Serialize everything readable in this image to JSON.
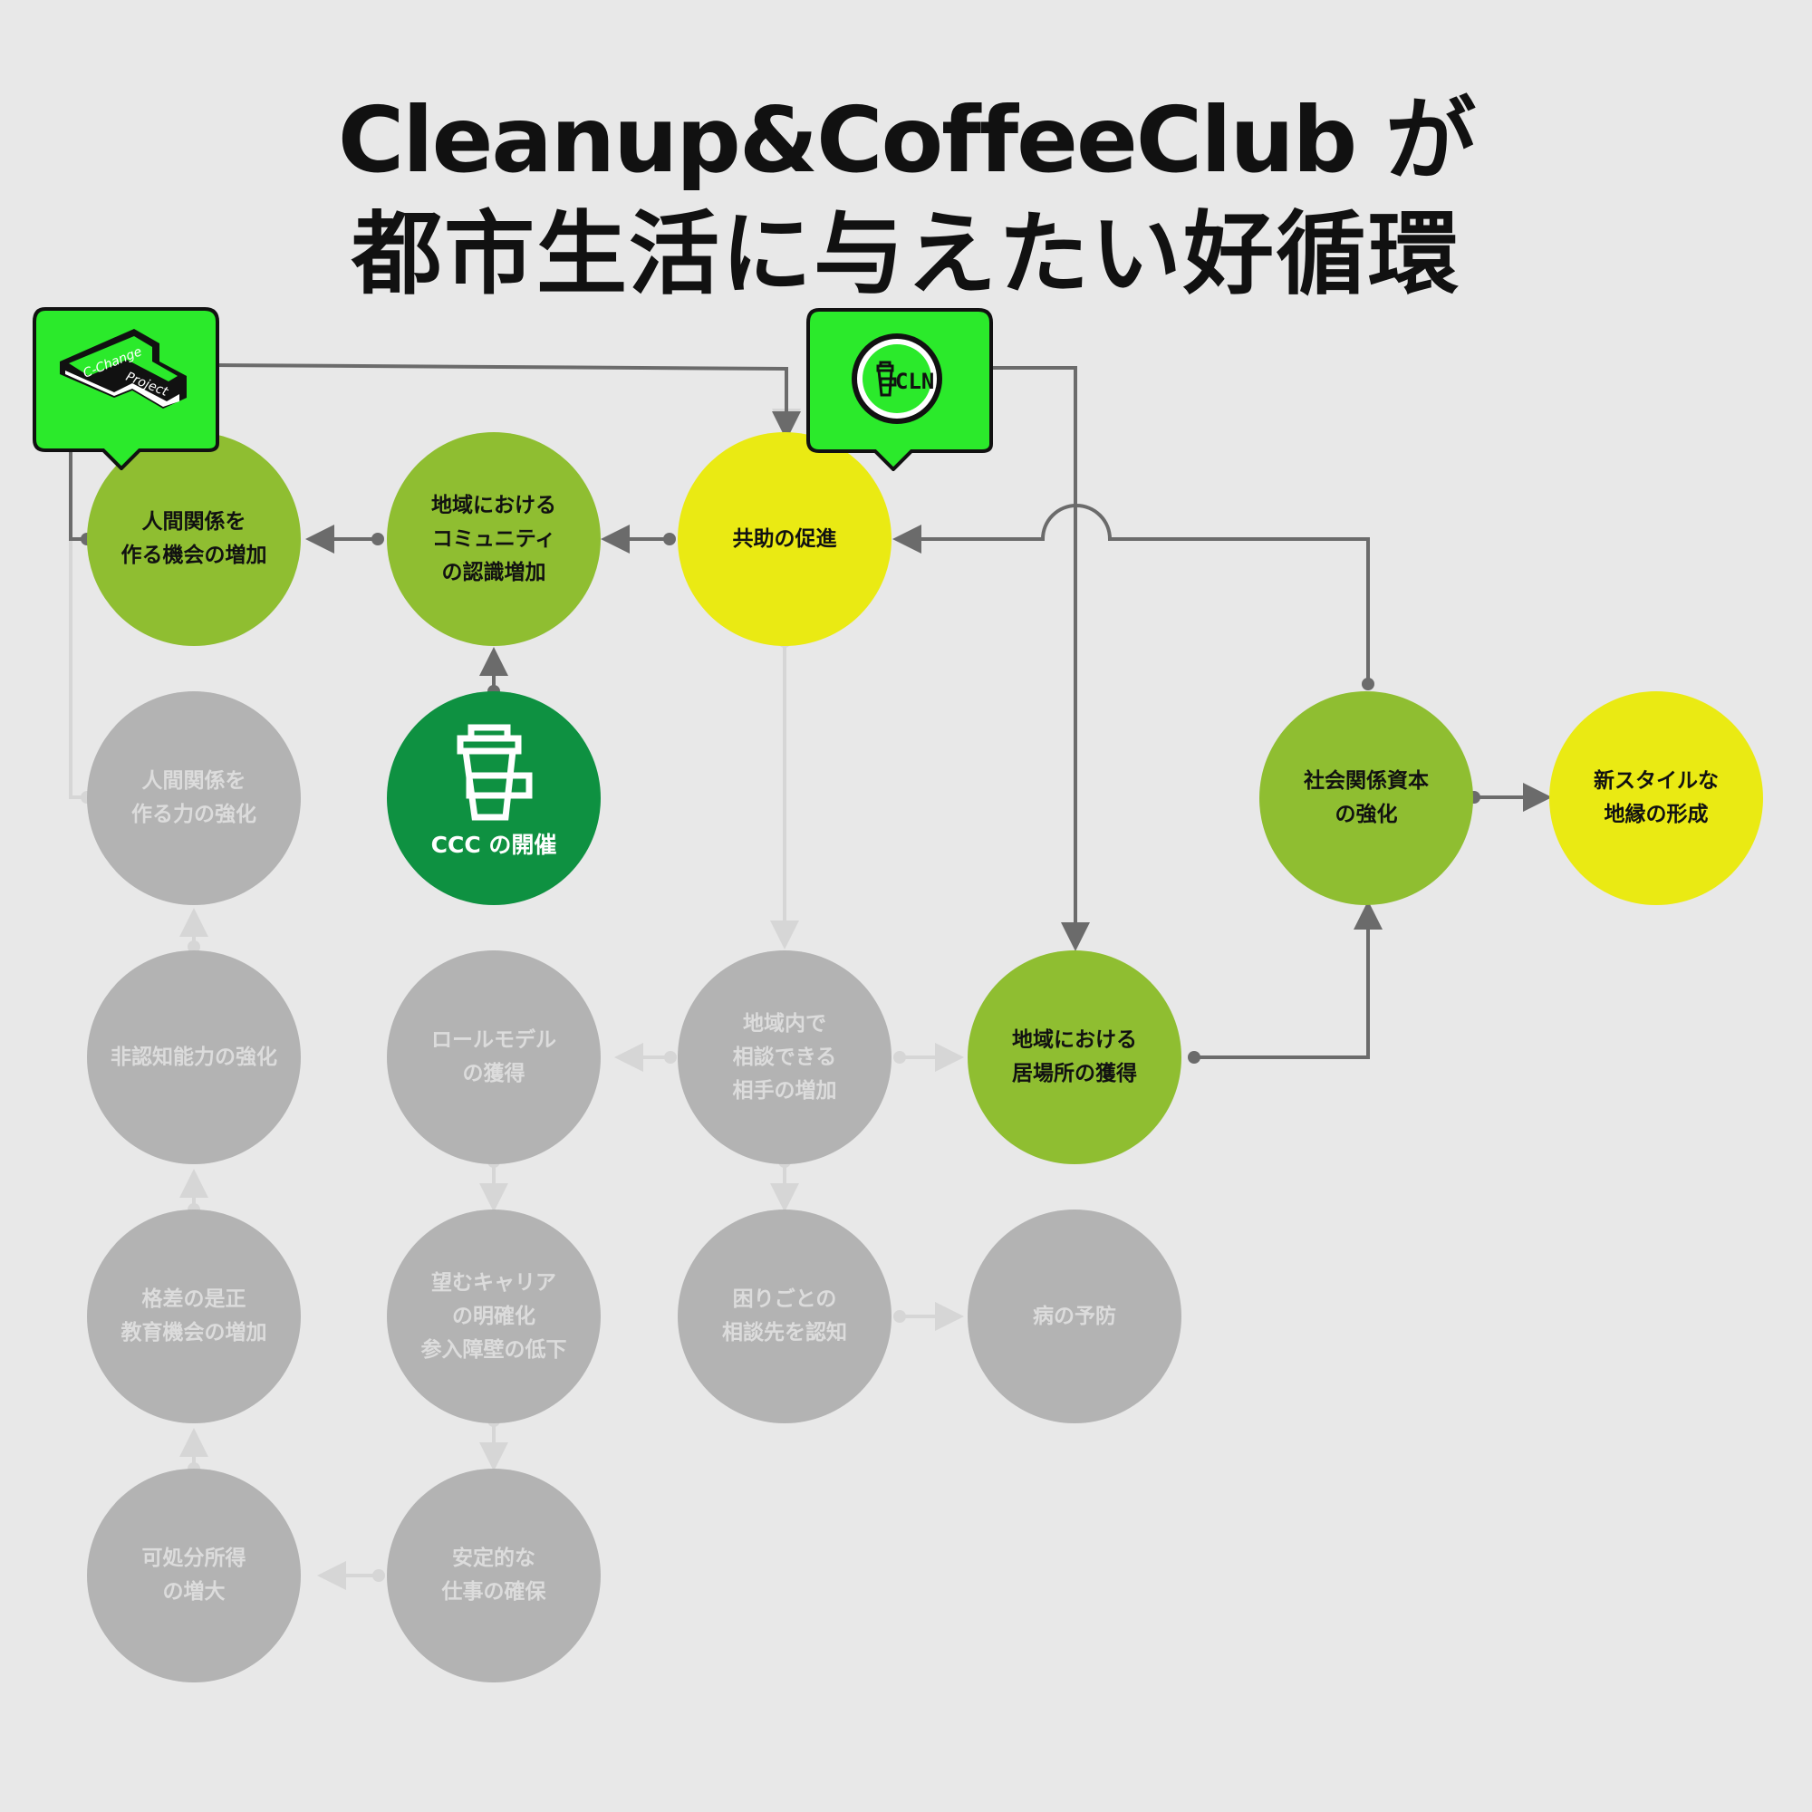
{
  "title": {
    "line1": "Cleanup&CoffeeClub が",
    "line2": "都市生活に与えたい好循環"
  },
  "colors": {
    "background": "#e8e8e8",
    "lime": "#8fbe31",
    "yellow": "#eaea13",
    "gray": "#b3b3b3",
    "dark_green": "#0e9141",
    "badge_green": "#2bea2b",
    "active_line": "#6b6b6b",
    "inactive_line": "#d6d6d6"
  },
  "badges": {
    "cchange": {
      "line1": "C-Change",
      "line2": "Project"
    },
    "cln": {
      "text": "CLN"
    }
  },
  "nodes": {
    "n1": "人間関係を\n作る機会の増加",
    "n2": "地域における\nコミュニティ\nの認識増加",
    "n3": "共助の促進",
    "ccc": "CCC の開催",
    "n5": "人間関係を\n作る力の強化",
    "n6": "社会関係資本\nの強化",
    "n7": "新スタイルな\n地縁の形成",
    "n8": "非認知能力の強化",
    "n9": "ロールモデル\nの獲得",
    "n10": "地域内で\n相談できる\n相手の増加",
    "n11": "地域における\n居場所の獲得",
    "n12": "格差の是正\n教育機会の増加",
    "n13": "望むキャリア\nの明確化\n参入障壁の低下",
    "n14": "困りごとの\n相談先を認知",
    "n15": "病の予防",
    "n16": "可処分所得\nの増大",
    "n17": "安定的な\n仕事の確保"
  }
}
